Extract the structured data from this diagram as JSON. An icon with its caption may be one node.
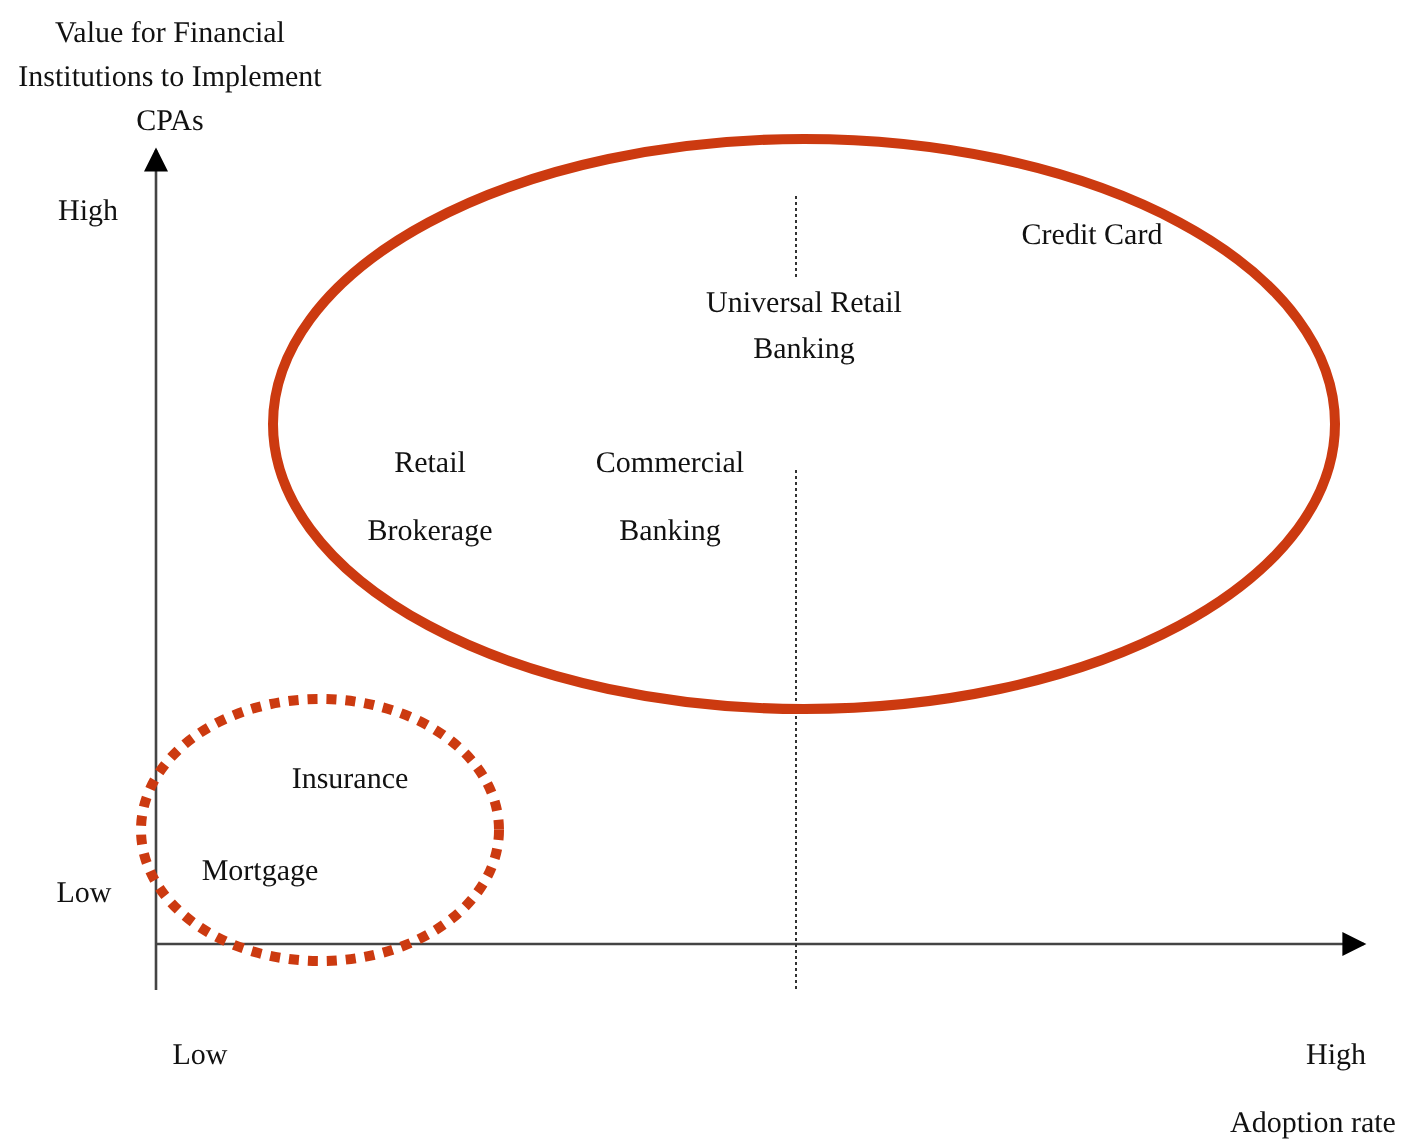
{
  "diagram": {
    "nodes": [
      {
        "text": [
          "Credit Card",
          "Universal Retail Banking",
          "Retail Brokerage",
          "Commercial Banking"
        ]
      },
      {
        "text": [
          "Insurance",
          "Mortgage"
        ]
      }
    ],
    "labels": [
      "Value for Financial Institutions to Implement CPAs",
      "High",
      "Low",
      "Low",
      "High",
      "Adoption rate"
    ]
  }
}
